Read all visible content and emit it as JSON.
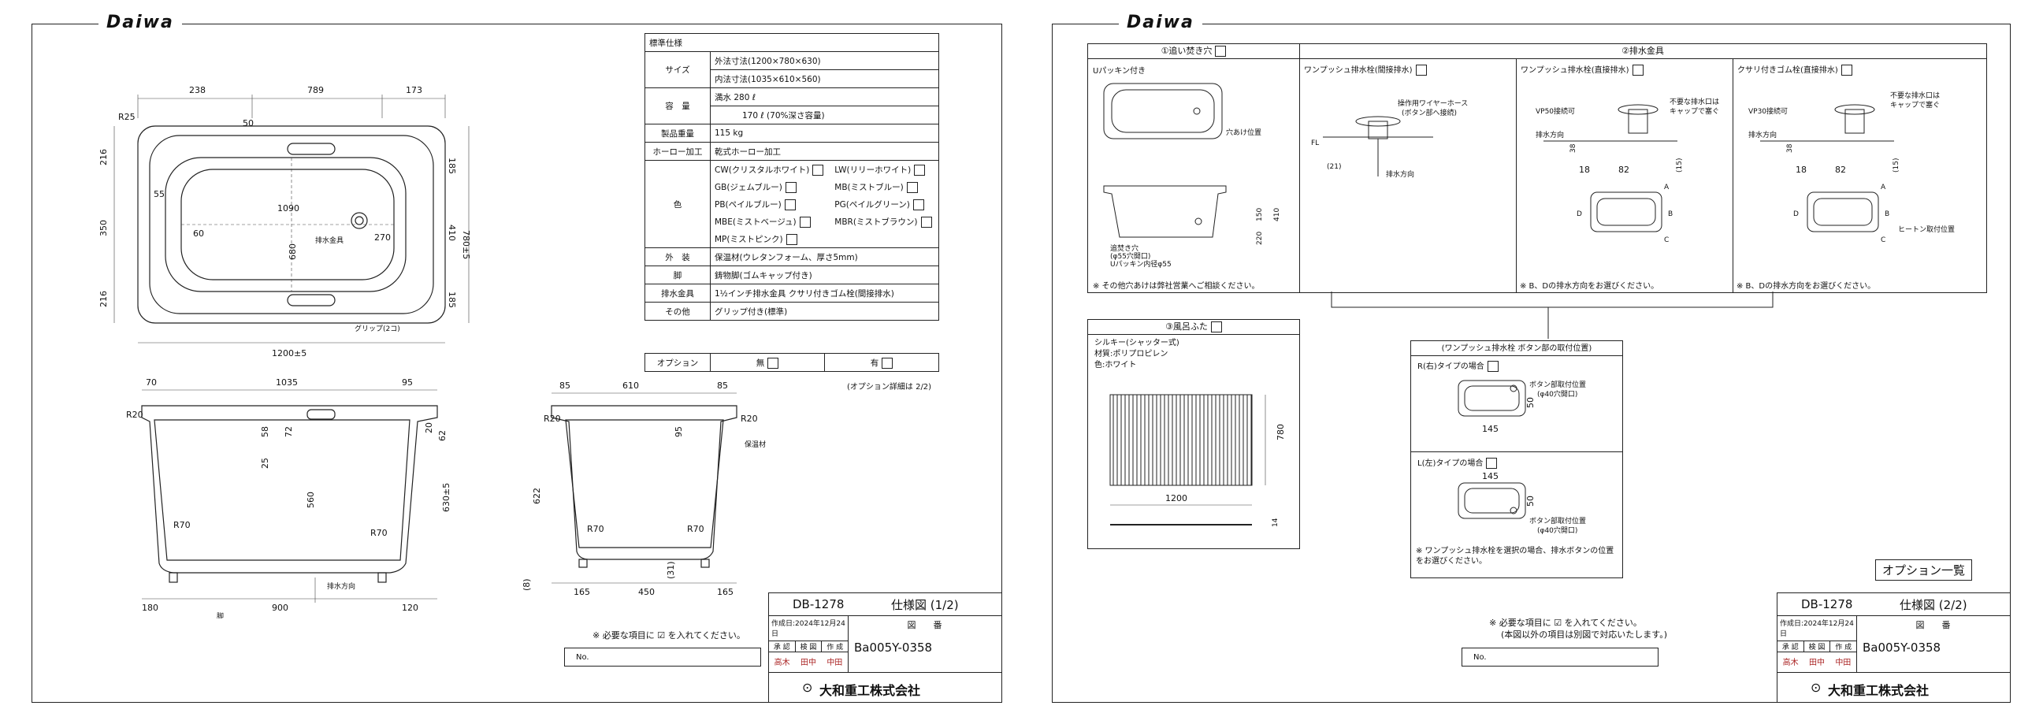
{
  "brand": "Daiwa",
  "sheet1": {
    "spec_rows": [
      {
        "header": "標準仕様",
        "value": ""
      },
      {
        "header": "サイズ",
        "value": "外法寸法(1200×780×630)"
      },
      {
        "header": "",
        "value": "内法寸法(1035×610×560)"
      },
      {
        "header": "容　量",
        "value": "満水 280 ℓ"
      },
      {
        "header": "",
        "value": "170 ℓ (70%深さ容量)"
      },
      {
        "header": "製品重量",
        "value": "115 kg"
      },
      {
        "header": "ホーロー加工",
        "value": "乾式ホーロー加工"
      },
      {
        "header": "外　装",
        "value": "保温材(ウレタンフォーム、厚さ5mm)"
      },
      {
        "header": "脚",
        "value": "鋳物脚(ゴムキャップ付き)"
      },
      {
        "header": "排水金具",
        "value": "1½インチ排水金具 クサリ付きゴム栓(間接排水)"
      },
      {
        "header": "その他",
        "value": "グリップ付き(標準)"
      }
    ],
    "color_header": "色",
    "colors": [
      "CW(クリスタルホワイト)",
      "LW(リリーホワイト)",
      "GB(ジェムブルー)",
      "MB(ミストブルー)",
      "PB(ペイルブルー)",
      "PG(ペイルグリーン)",
      "MBE(ミストベージュ)",
      "MBR(ミストブラウン)",
      "MP(ミストピンク)",
      ""
    ],
    "option_label": "オプション",
    "option_none": "無",
    "option_yes": "有",
    "option_note": "(オプション詳細は 2/2)",
    "check_note": "※ 必要な項目に ☑ を入れてください。",
    "no_label": "No.",
    "model": "DB-1278",
    "doc_title": "仕様図 (1/2)",
    "figure_label": "図　　番",
    "date": "作成日:2024年12月24日",
    "approvals": [
      "承 認",
      "検 図",
      "作 成"
    ],
    "signatures": [
      "高木",
      "田中",
      "中田"
    ],
    "doc_number": "Ba005Y-0358",
    "company": "大和重工株式会社",
    "plan_dims": {
      "top": [
        "238",
        "789",
        "173"
      ],
      "total_w": "1200±5",
      "total_h": "780±5",
      "inner_w": "1090",
      "inner_h": "680",
      "left": [
        "216",
        "350",
        "216"
      ],
      "right": [
        "185",
        "410",
        "185"
      ],
      "misc": [
        "R25",
        "50",
        "55",
        "60",
        "270",
        "排水金具",
        "グリップ(2コ)"
      ]
    },
    "side_dims": {
      "top": [
        "70",
        "1035",
        "95"
      ],
      "bottom": [
        "180",
        "900",
        "120"
      ],
      "vertical": [
        "20",
        "62",
        "58",
        "72",
        "25",
        "560",
        "630±5"
      ],
      "radius": [
        "R20",
        "R70",
        "R70"
      ],
      "drain": "排水方向",
      "leg": "脚"
    },
    "end_dims": {
      "top": [
        "85",
        "610",
        "85"
      ],
      "bottom": [
        "165",
        "450",
        "165"
      ],
      "vertical": [
        "95",
        "622",
        "(8)",
        "(31)"
      ],
      "radius": [
        "R20",
        "R20",
        "R70",
        "R70"
      ],
      "note": "保温材"
    }
  },
  "sheet2": {
    "sec1_title": "①追い焚き穴",
    "sec1_sub": "Uパッキン付き",
    "sec1_hole": "穴あけ位置",
    "sec1_dims": [
      "150",
      "410",
      "220"
    ],
    "sec1_note1": "追焚き穴",
    "sec1_note2": "(φ55穴開口)",
    "sec1_note3": "Uパッキン内径φ55",
    "sec1_footer": "※ その他穴あけは弊社営業へご相談ください。",
    "sec2_title": "②排水金具",
    "sec2a_title": "ワンプッシュ排水栓(間接排水)",
    "sec2a_note": "操作用ワイヤーホース",
    "sec2a_note2": "(ボタン部へ接続)",
    "sec2a_dir": "排水方向",
    "sec2a_fl": "FL",
    "sec2a_dim": "(21)",
    "sec2b_title": "ワンプッシュ排水栓(直接排水)",
    "sec2b_notes": [
      "VP50接続可",
      "排水方向",
      "不要な排水口は",
      "キャップで塞ぐ"
    ],
    "sec2b_dims": [
      "18",
      "82",
      "(15)",
      "38"
    ],
    "sec2c_title": "クサリ付きゴム栓(直接排水)",
    "sec2c_notes": [
      "VP30接続可",
      "排水方向",
      "不要な排水口は",
      "キャップで塞ぐ",
      "ヒートン取付位置"
    ],
    "sec2c_dims": [
      "18",
      "82",
      "(15)",
      "38"
    ],
    "sec2_footer": "※ B、Dの排水方向をお選びください。",
    "sec3_title": "③風呂ふた",
    "sec3_lines": [
      "シルキー(シャッター式)",
      "材質:ポリプロピレン",
      "色:ホワイト"
    ],
    "sec3_dims": [
      "1200",
      "780",
      "14"
    ],
    "button_title": "(ワンプッシュ排水栓 ボタン部の取付位置)",
    "button_r": "R(右)タイプの場合",
    "button_l": "L(左)タイプの場合",
    "button_note": "ボタン部取付位置",
    "button_hole": "(φ40穴開口)",
    "button_dims": [
      "145",
      "50"
    ],
    "button_footer": "※ ワンプッシュ排水栓を選択の場合、排水ボタンの位置をお選びください。",
    "option_list": "オプション一覧",
    "check_note": "※ 必要な項目に ☑ を入れてください。",
    "check_note2": "(本図以外の項目は別図で対応いたします。)",
    "no_label": "No.",
    "model": "DB-1278",
    "doc_title": "仕様図 (2/2)",
    "figure_label": "図　　番",
    "date": "作成日:2024年12月24日",
    "approvals": [
      "承 認",
      "検 図",
      "作 成"
    ],
    "signatures": [
      "高木",
      "田中",
      "中田"
    ],
    "doc_number": "Ba005Y-0358",
    "company": "大和重工株式会社",
    "letters": [
      "A",
      "B",
      "C",
      "D"
    ]
  }
}
